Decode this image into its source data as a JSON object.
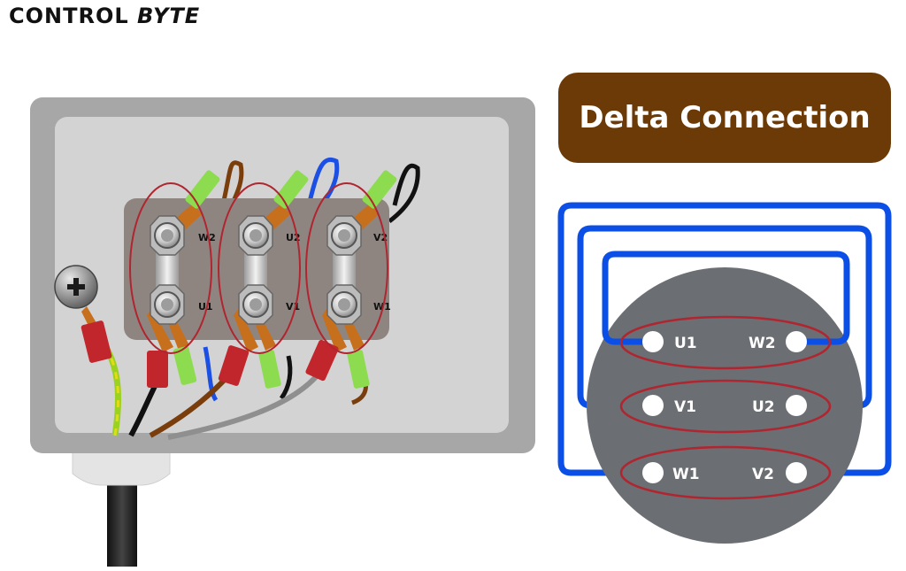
{
  "brand": {
    "part1": "CONTROL",
    "part2": "BYTE"
  },
  "title": "Delta Connection",
  "colors": {
    "title_bg": "#6b3a06",
    "link_blue": "#0b4fe6",
    "highlight_red": "#b0252f",
    "plate_gray": "#6b6e72",
    "box_outer": "#a7a7a7",
    "box_inner": "#d3d3d3"
  },
  "icons": {
    "ground": "ground-symbol-icon"
  },
  "terminal_box": {
    "top_row": [
      "W2",
      "U2",
      "V2"
    ],
    "bottom_row": [
      "U1",
      "V1",
      "W1"
    ]
  },
  "delta_plate": {
    "rows": [
      {
        "left": "U1",
        "right": "W2"
      },
      {
        "left": "V1",
        "right": "U2"
      },
      {
        "left": "W1",
        "right": "V2"
      }
    ]
  }
}
